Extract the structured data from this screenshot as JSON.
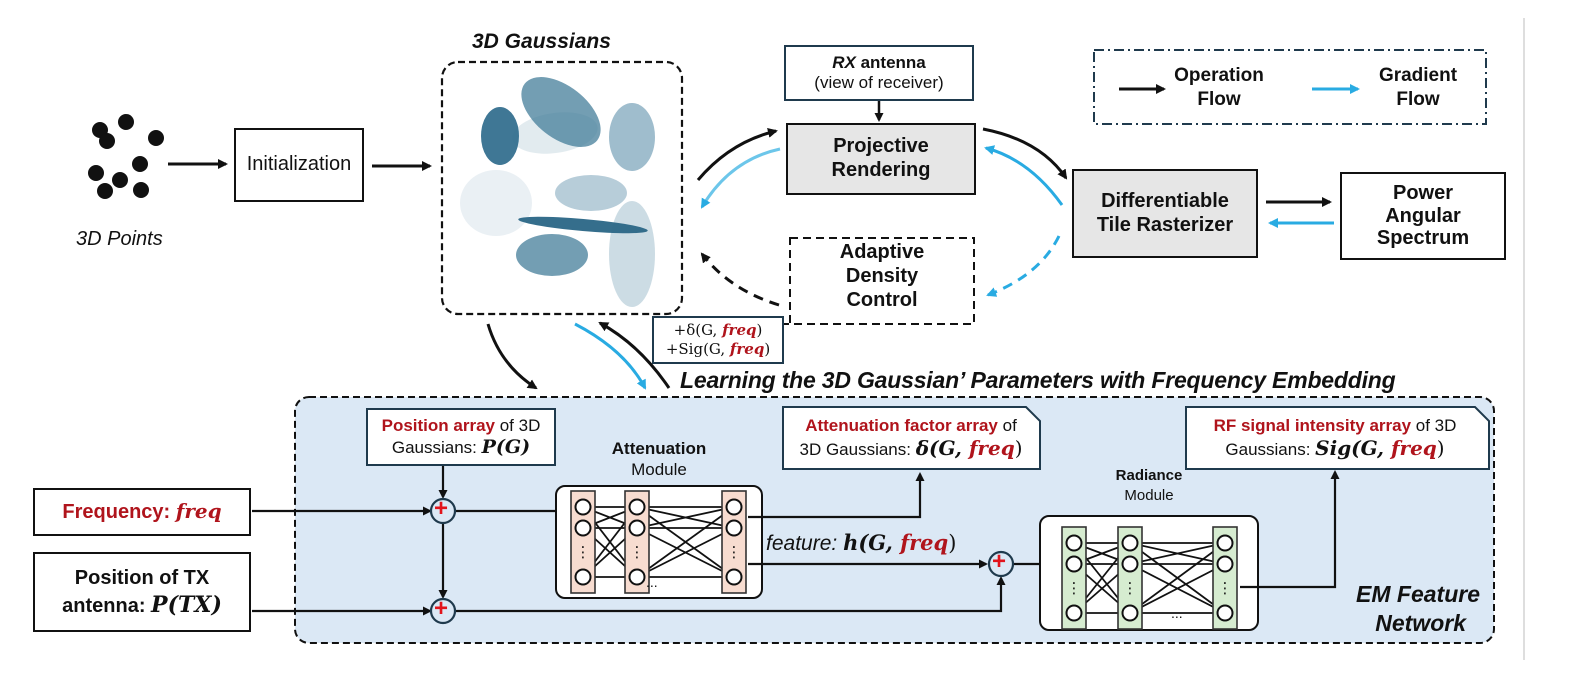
{
  "title": "3D Gaussian RF Rendering Pipeline with Frequency Embedding",
  "colors": {
    "operation_flow": "#111111",
    "gradient_flow": "#29abe2",
    "highlight_text": "#b0141c",
    "gaussian_dark": "#3d7896",
    "network_panel": "#dbe8f5",
    "attenuation_layer": "#f7dcd0",
    "radiance_layer": "#d6ecd0",
    "box_gray": "#e6e6e6"
  },
  "points": {
    "label": "3D Points",
    "count": 9
  },
  "initialization": {
    "label": "Initialization"
  },
  "gaussians": {
    "title": "3D Gaussians",
    "ellipse_count": 9
  },
  "rx_antenna": {
    "label_em": "RX",
    "label_rest": " antenna",
    "sub": "(view of receiver)"
  },
  "projective_rendering": {
    "line1": "Projective",
    "line2": "Rendering"
  },
  "adaptive_density": {
    "line1": "Adaptive",
    "line2": "Density",
    "line3": "Control"
  },
  "rasterizer": {
    "line1": "Differentiable",
    "line2": "Tile Rasterizer"
  },
  "power_spectrum": {
    "line1": "Power",
    "line2": "Angular",
    "line3": "Spectrum"
  },
  "legend": {
    "operation": {
      "line1": "Operation",
      "line2": "Flow"
    },
    "gradient": {
      "line1": "Gradient",
      "line2": "Flow"
    }
  },
  "update_box": {
    "line1_prefix": "+δ(G, ",
    "line2_prefix": "+Sig(G, ",
    "freq": "freq",
    "suffix": ")"
  },
  "section_title": "Learning the 3D Gaussian’ Parameters with Frequency Embedding",
  "network": {
    "title_line1": "EM Feature",
    "title_line2": "Network",
    "frequency_input": {
      "label": "Frequency: ",
      "var": "freq"
    },
    "tx_input": {
      "line1": "Position of TX",
      "line2_text": "antenna: ",
      "var": "P(TX)"
    },
    "position_array": {
      "red": "Position array",
      "rest": " of 3D",
      "line2_text": "Gaussians: ",
      "var": "P(G)"
    },
    "attenuation_module": {
      "bold": "Attenuation",
      "sub": "Module"
    },
    "radiance_module": {
      "bold": "Radiance",
      "sub": "Module"
    },
    "attenuation_output": {
      "red": "Attenuation factor array",
      "rest": " of",
      "line2_text": "3D Gaussians: ",
      "var_prefix": "δ(G, ",
      "freq": "freq",
      "suffix": ")"
    },
    "radiance_output": {
      "red": "RF signal intensity array",
      "rest": " of 3D",
      "line2_text": "Gaussians: ",
      "var_prefix": "Sig(G, ",
      "freq": "freq",
      "suffix": ")"
    },
    "feature": {
      "label": "feature: ",
      "var_prefix": "h(G, ",
      "freq": "freq",
      "suffix": ")"
    },
    "adder_symbol": "+",
    "ellipsis": "...",
    "vdots": "⋮"
  }
}
